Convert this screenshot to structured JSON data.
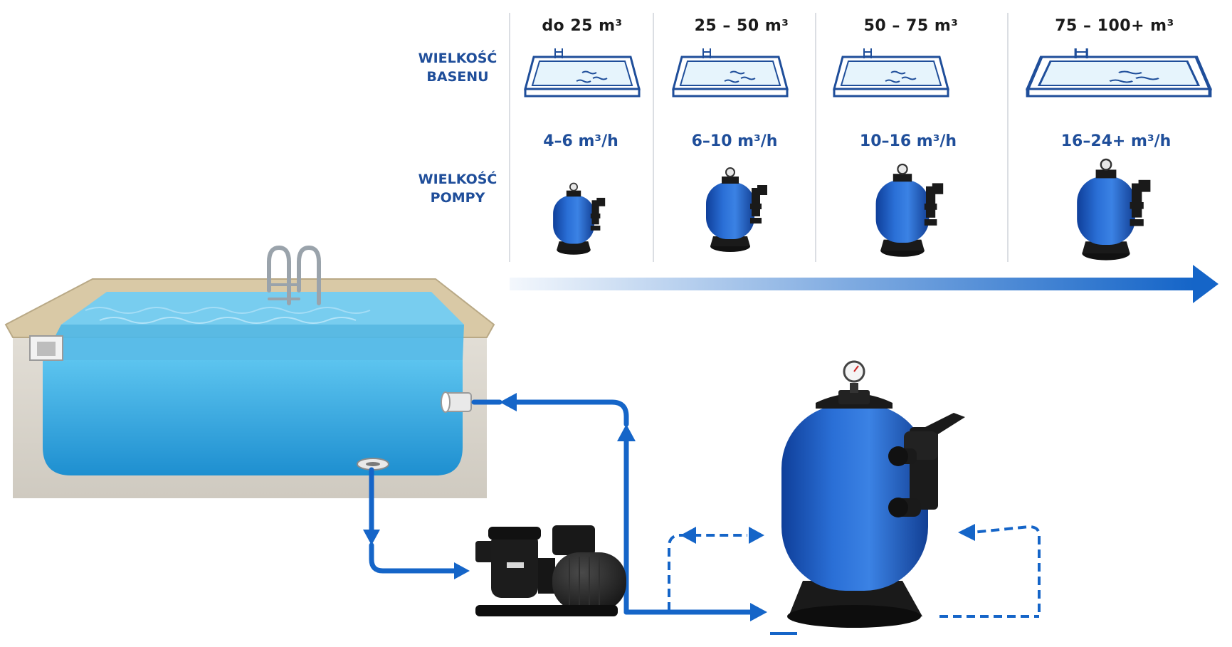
{
  "row_labels": {
    "pool_size": [
      "WIELKOŚĆ",
      "BASENU"
    ],
    "pump_size": [
      "WIELKOŚĆ",
      "POMPY"
    ]
  },
  "tiers": [
    {
      "volume": "do 25 m³",
      "flow": "4–6 m³/h"
    },
    {
      "volume": "25 – 50 m³",
      "flow": "6–10 m³/h"
    },
    {
      "volume": "50 – 75 m³",
      "flow": "10–16 m³/h"
    },
    {
      "volume": "75 – 100+ m³",
      "flow": "16–24+ m³/h"
    }
  ],
  "colors": {
    "label_blue": "#1f4e9a",
    "arrow_blue": "#1565c8",
    "tank_blue": "#1f5fc4",
    "water_blue": "#3eaee6",
    "concrete": "#d8d4cc",
    "coping": "#d9c9a6"
  },
  "icons": [
    "pool-icon",
    "sand-filter-icon",
    "pump-icon",
    "skimmer-icon",
    "inlet-nozzle-icon",
    "main-drain-icon",
    "pressure-gauge-icon"
  ]
}
